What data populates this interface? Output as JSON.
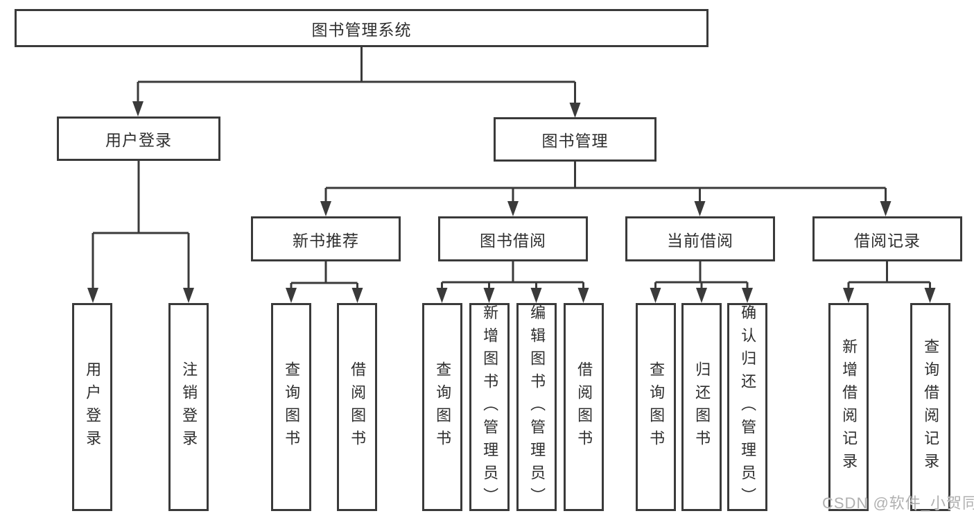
{
  "tree": {
    "label": "图书管理系统",
    "children": [
      {
        "label": "用户登录",
        "children": [
          {
            "label": "用户登录"
          },
          {
            "label": "注销登录"
          }
        ]
      },
      {
        "label": "图书管理",
        "children": [
          {
            "label": "新书推荐",
            "children": [
              {
                "label": "查询图书"
              },
              {
                "label": "借阅图书"
              }
            ]
          },
          {
            "label": "图书借阅",
            "children": [
              {
                "label": "查询图书"
              },
              {
                "label": "新增图书（管理员）"
              },
              {
                "label": "编辑图书（管理员）"
              },
              {
                "label": "借阅图书"
              }
            ]
          },
          {
            "label": "当前借阅",
            "children": [
              {
                "label": "查询图书"
              },
              {
                "label": "归还图书"
              },
              {
                "label": "确认归还（管理员）"
              }
            ]
          },
          {
            "label": "借阅记录",
            "children": [
              {
                "label": "新增借阅记录"
              },
              {
                "label": "查询借阅记录"
              }
            ]
          }
        ]
      }
    ]
  },
  "watermark": {
    "text": "CSDN @软件_小贺同学"
  },
  "colors": {
    "line": "#3a3a3a",
    "text": "#2e2e2e",
    "watermark": "#b0b0b0",
    "background": "#ffffff"
  }
}
